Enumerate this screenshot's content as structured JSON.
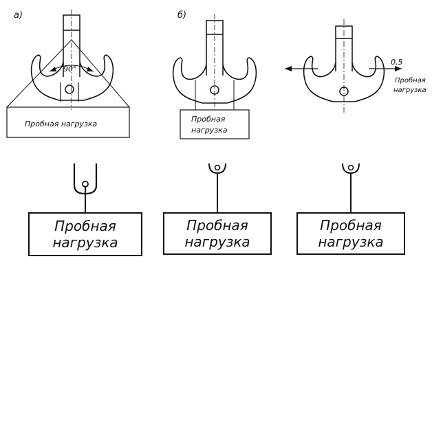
{
  "figure": {
    "panel_a_label": "а)",
    "panel_b_label": "б)",
    "angle_label": "90°",
    "offset_label": "0,5",
    "load_label_line1": "Пробная",
    "load_label_line2": "нагрузка",
    "load_label_single": "Пробная нагрузка"
  }
}
